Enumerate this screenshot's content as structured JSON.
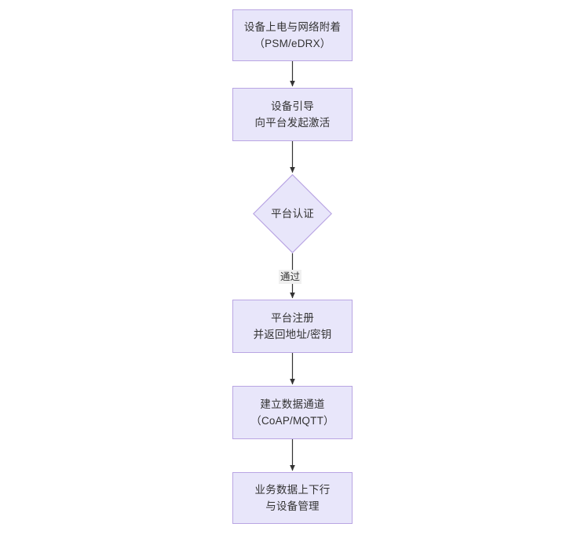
{
  "diagram": {
    "type": "flowchart",
    "orientation": "top-to-bottom",
    "title_visible": false,
    "background_color": "#ffffff",
    "node_fill_color": "#e8e6fa",
    "node_border_color": "#b9a5e3",
    "text_color": "#333333",
    "edge_color": "#333333",
    "nodes": [
      {
        "id": "n1",
        "shape": "rectangle",
        "lines": [
          "设备上电与网络附着",
          "（PSM/eDRX）"
        ]
      },
      {
        "id": "n2",
        "shape": "rectangle",
        "lines": [
          "设备引导",
          "向平台发起激活"
        ]
      },
      {
        "id": "n3",
        "shape": "diamond",
        "lines": [
          "平台认证"
        ]
      },
      {
        "id": "n4",
        "shape": "rectangle",
        "lines": [
          "平台注册",
          "并返回地址/密钥"
        ]
      },
      {
        "id": "n5",
        "shape": "rectangle",
        "lines": [
          "建立数据通道",
          "（CoAP/MQTT）"
        ]
      },
      {
        "id": "n6",
        "shape": "rectangle",
        "lines": [
          "业务数据上下行",
          "与设备管理"
        ]
      }
    ],
    "edges": [
      {
        "from": "n1",
        "to": "n2",
        "label": ""
      },
      {
        "from": "n2",
        "to": "n3",
        "label": ""
      },
      {
        "from": "n3",
        "to": "n4",
        "label": "通过"
      },
      {
        "from": "n4",
        "to": "n5",
        "label": ""
      },
      {
        "from": "n5",
        "to": "n6",
        "label": ""
      }
    ]
  }
}
